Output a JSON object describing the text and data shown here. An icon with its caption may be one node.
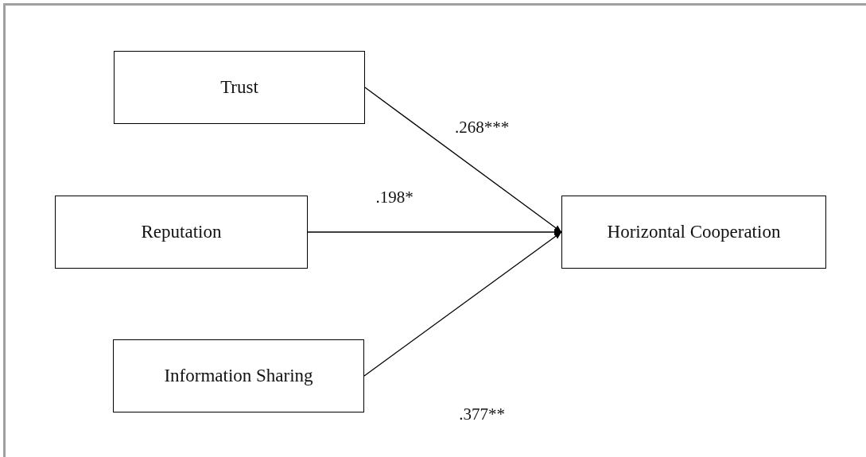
{
  "diagram": {
    "nodes": [
      {
        "text": [
          "Trust"
        ]
      },
      {
        "text": [
          "Reputation"
        ]
      },
      {
        "text": [
          "Information Sharing"
        ]
      },
      {
        "text": [
          "Horizontal Cooperation"
        ]
      }
    ],
    "edges": [
      {
        "from": 0,
        "to": 3,
        "arrow": "to",
        "label": ".268***"
      },
      {
        "from": 1,
        "to": 3,
        "arrow": "to",
        "label": ".198*"
      },
      {
        "from": 2,
        "to": 3,
        "arrow": "to",
        "label": ".377**"
      }
    ]
  }
}
